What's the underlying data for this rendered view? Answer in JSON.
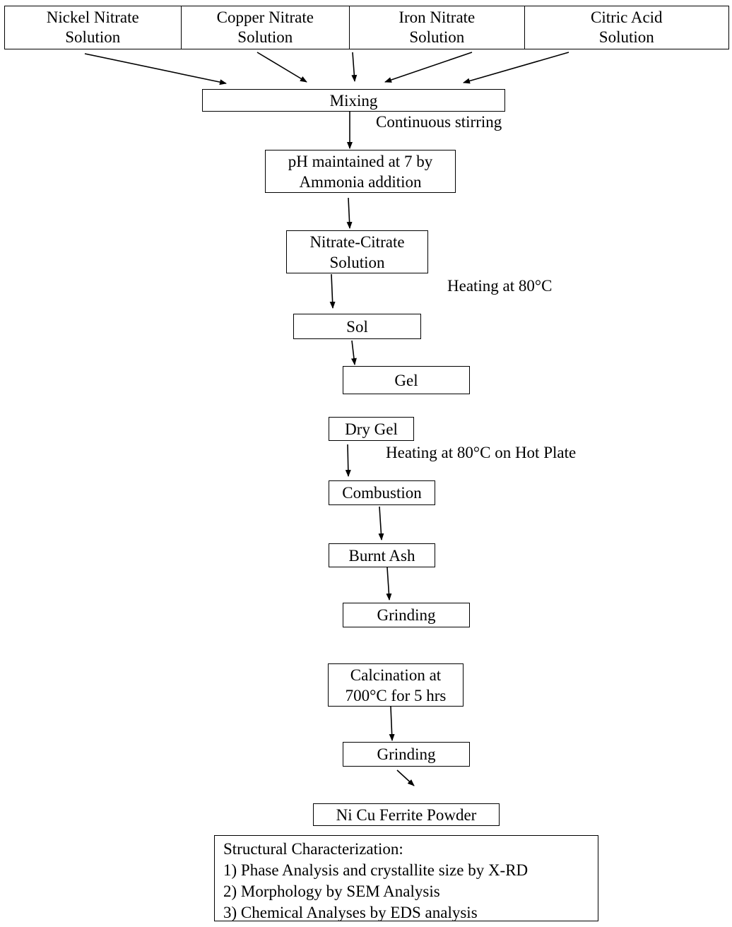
{
  "inputs": [
    {
      "line1": "Nickel Nitrate",
      "line2": "Solution"
    },
    {
      "line1": "Copper Nitrate",
      "line2": "Solution"
    },
    {
      "line1": "Iron Nitrate",
      "line2": "Solution"
    },
    {
      "line1": "Citric Acid",
      "line2": "Solution"
    }
  ],
  "steps": {
    "mixing": "Mixing",
    "ph_line1": "pH maintained at 7 by",
    "ph_line2": "Ammonia addition",
    "nitrate_line1": "Nitrate-Citrate",
    "nitrate_line2": "Solution",
    "sol": "Sol",
    "gel": "Gel",
    "dry_gel": "Dry Gel",
    "combustion": "Combustion",
    "burnt_ash": "Burnt Ash",
    "grinding1": "Grinding",
    "calcination_line1": "Calcination at",
    "calcination_line2": "700°C for 5 hrs",
    "grinding2": "Grinding",
    "powder": "Ni Cu Ferrite Powder"
  },
  "annotations": {
    "stirring": "Continuous stirring",
    "heating1": "Heating at 80°C",
    "heating2": "Heating at 80°C on Hot Plate"
  },
  "characterization": {
    "title": "Structural Characterization:",
    "items": [
      "1) Phase Analysis and crystallite size by X-RD",
      "2) Morphology by SEM Analysis",
      "3) Chemical Analyses by EDS analysis"
    ]
  }
}
